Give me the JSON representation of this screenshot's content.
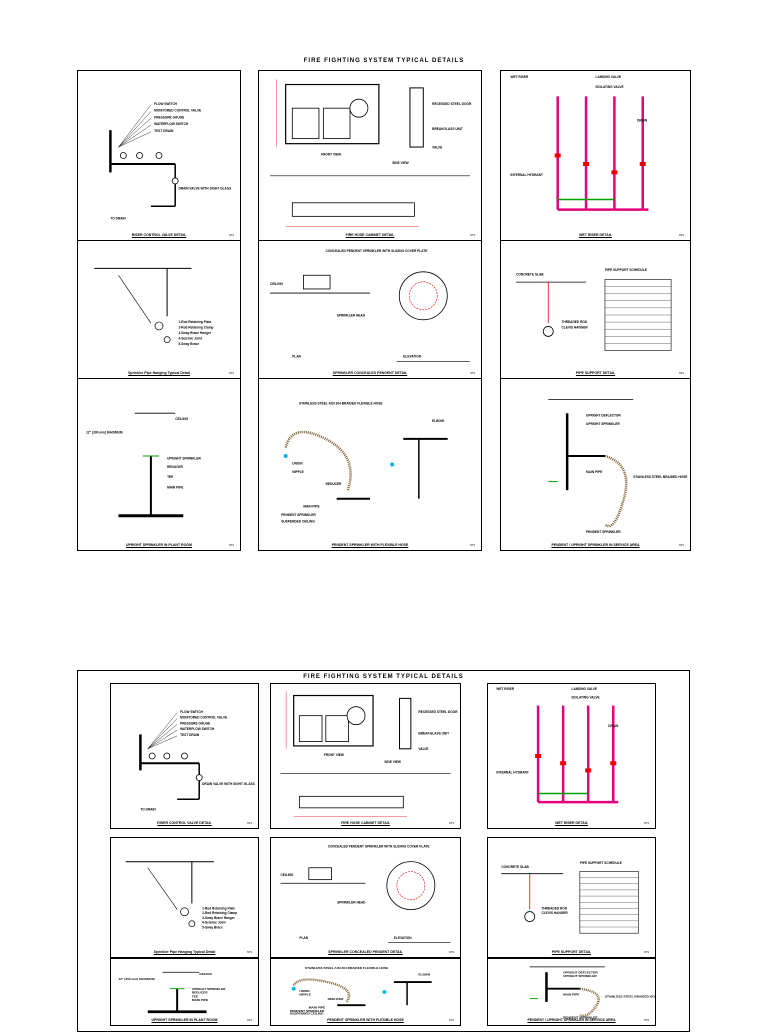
{
  "sheet_title": "FIRE FIGHTING SYSTEM TYPICAL DETAILS",
  "panels": [
    {
      "caption": "RISER CONTROL VALVE DETAIL",
      "tag": "NTS",
      "labels": [
        "FLOW SWITCH",
        "MONITORED CONTROL VALVE",
        "PRESSURE GAUGE",
        "WATERFLOW SWITCH",
        "TEST DRAIN",
        "TO DRAIN",
        "DRAIN VALVE WITH SIGHT GLASS"
      ]
    },
    {
      "caption": "FIRE HOSE CABINET DETAIL",
      "tag": "NTS",
      "labels": [
        "FRONT VIEW",
        "SIDE VIEW",
        "RECESSED STEEL DOOR",
        "BREAKGLASS UNIT",
        "VALVE"
      ]
    },
    {
      "caption": "WET RISER DETAIL",
      "tag": "NTS",
      "labels": [
        "WET RISER",
        "LANDING VALVE",
        "ISOLATING VALVE",
        "DRAIN",
        "INTERNAL HYDRANT"
      ]
    },
    {
      "caption": "Sprinkler Pipe Hanging Typical Detail",
      "tag": "NTS",
      "labels": [
        "1-Rod Retaining Plate",
        "2-Rod Retaining Clamp",
        "3-Sway Brace Hanger",
        "4-Seismic Joint",
        "5-Sway Brace"
      ]
    },
    {
      "caption": "SPRINKLER CONCEALED PENDENT DETAIL",
      "tag": "NTS",
      "labels": [
        "CONCEALED PENDENT SPRINKLER WITH SLIDING COVER PLATE",
        "PLAN",
        "ELEVATION",
        "CEILING",
        "SPRINKLER HEAD"
      ]
    },
    {
      "caption": "PIPE SUPPORT DETAIL",
      "tag": "NTS",
      "labels": [
        "PIPE SUPPORT SCHEDULE",
        "CONCRETE SLAB",
        "THREADED ROD",
        "CLEVIS HANGER"
      ]
    },
    {
      "caption": "UPRIGHT SPRINKLER IN PLANT ROOM",
      "tag": "NTS",
      "labels": [
        "CEILING",
        "12\" (300 mm) MAXIMUM",
        "UPRIGHT SPRINKLER",
        "REDUCER",
        "TEE",
        "MAIN PIPE"
      ]
    },
    {
      "caption": "PENDENT SPRINKLER WITH FLEXIBLE HOSE",
      "tag": "NTS",
      "labels": [
        "STAINLESS STEEL AISI 304 BRAIDED FLEXIBLE HOSE",
        "UNION",
        "NIPPLE",
        "REDUCER",
        "MAIN PIPE",
        "PENDENT SPRINKLER",
        "SUSPENDED CEILING",
        "ELBOW"
      ]
    },
    {
      "caption": "PENDENT / UPRIGHT SPRINKLER IN SERVICE AREA",
      "tag": "NTS",
      "labels": [
        "UPRIGHT DEFLECTOR",
        "UPRIGHT SPRINKLER",
        "MAIN PIPE",
        "STAINLESS STEEL BRAIDED HOSE",
        "PENDENT SPRINKLER"
      ]
    }
  ]
}
